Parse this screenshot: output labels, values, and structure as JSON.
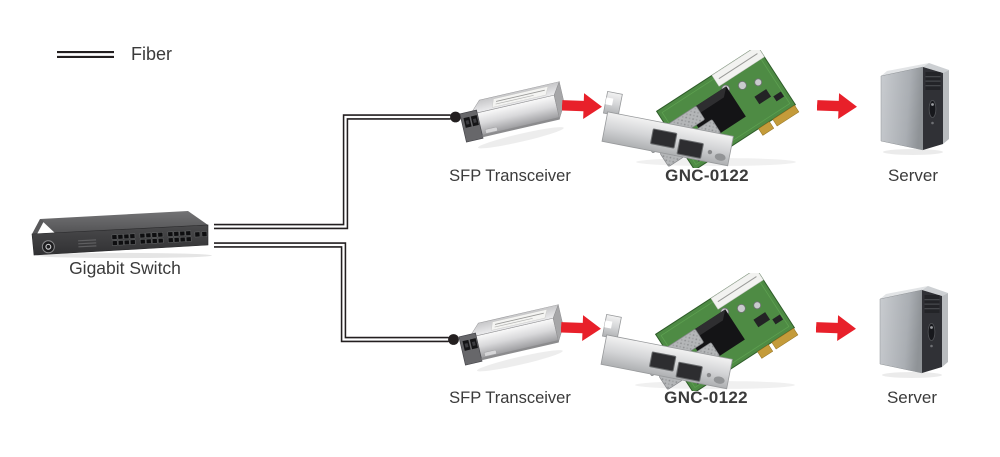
{
  "legend": {
    "symbol": "fiber-double-line",
    "label": "Fiber"
  },
  "switch": {
    "label": "Gigabit Switch"
  },
  "rows": [
    {
      "transceiver_label": "SFP Transceiver",
      "adapter_label": "GNC-0122",
      "server_label": "Server"
    },
    {
      "transceiver_label": "SFP Transceiver",
      "adapter_label": "GNC-0122",
      "server_label": "Server"
    }
  ],
  "colors": {
    "fiber_line": "#231f20",
    "arrow": "#e8202a",
    "pcb_green": "#4e8b44",
    "text": "#3b3b3b",
    "background": "#ffffff"
  }
}
